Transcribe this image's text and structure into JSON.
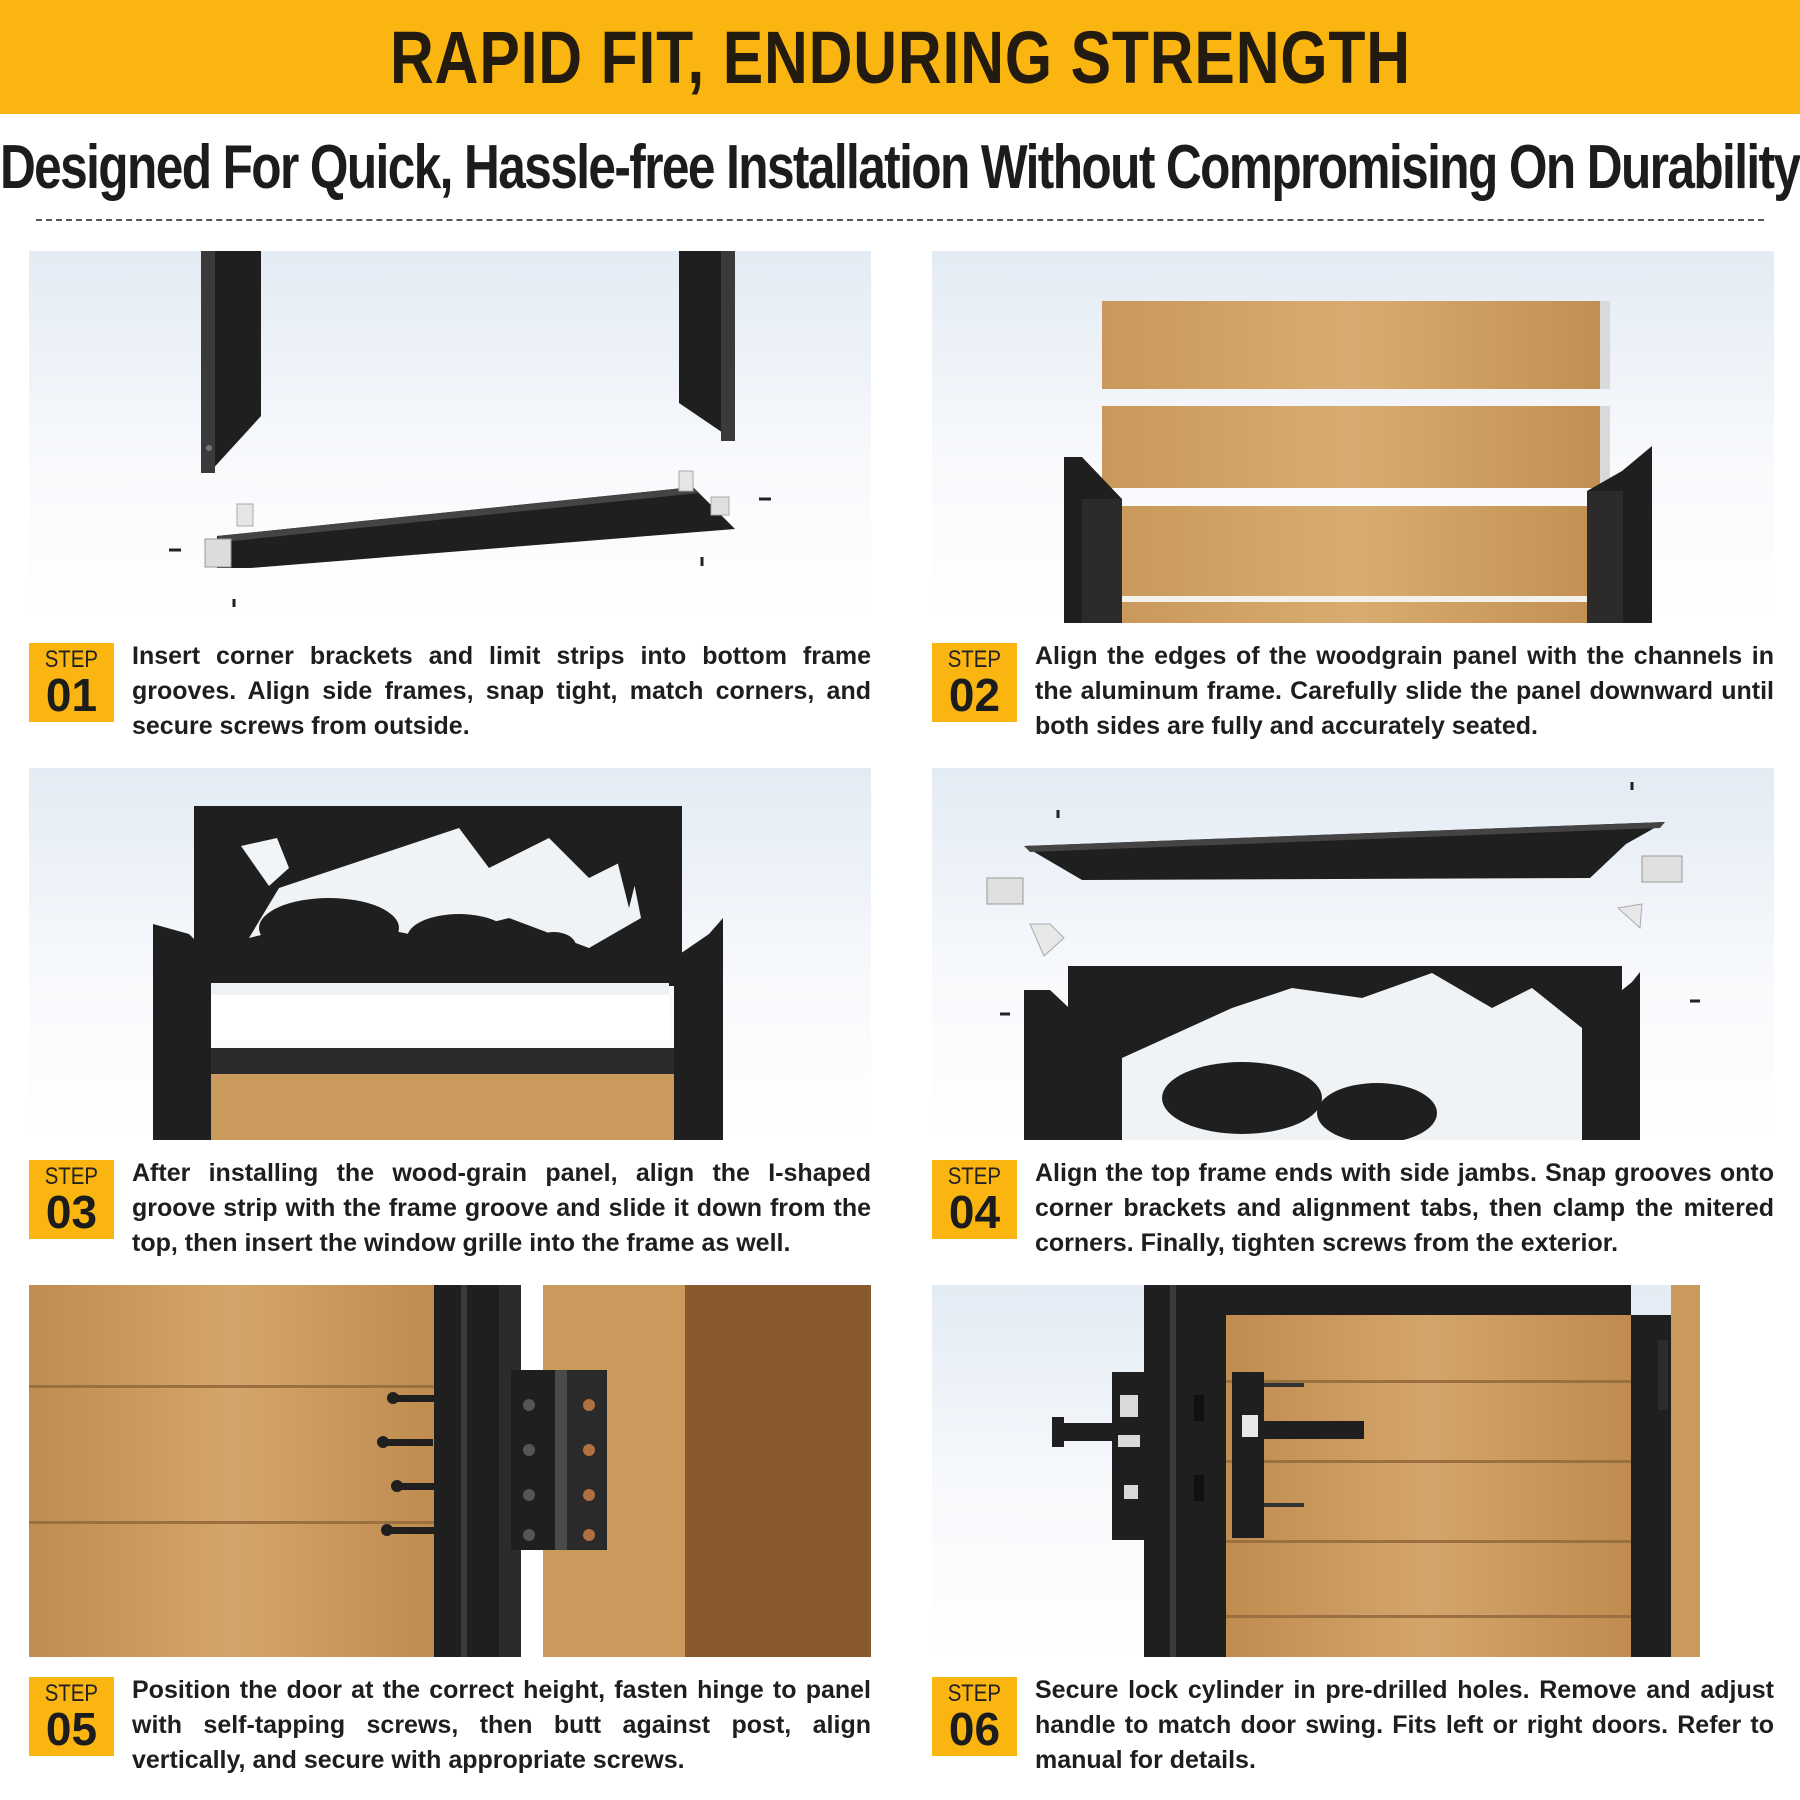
{
  "header": {
    "title": "RAPID FIT, ENDURING STRENGTH",
    "subtitle": "Designed For Quick, Hassle-free Installation Without Compromising On Durability"
  },
  "colors": {
    "accent": "#fbb510",
    "frame": "#1f1f1f",
    "wood": "#c99a5c"
  },
  "steps": [
    {
      "label": "STEP",
      "number": "01",
      "text": "Insert corner brackets and limit strips into bottom frame grooves. Align side frames, snap tight, match corners, and secure screws from outside."
    },
    {
      "label": "STEP",
      "number": "02",
      "text": "Align the edges of the woodgrain panel with the channels in the aluminum frame. Carefully slide the panel downward until both sides are fully and accurately seated."
    },
    {
      "label": "STEP",
      "number": "03",
      "text": "After installing the wood-grain panel, align the I-shaped groove strip with the frame groove and slide it down from the top, then insert the window grille into the frame as well."
    },
    {
      "label": "STEP",
      "number": "04",
      "text": "Align the top frame ends with side jambs. Snap grooves onto corner brackets and alignment tabs, then clamp the mitered corners. Finally, tighten screws from the exterior."
    },
    {
      "label": "STEP",
      "number": "05",
      "text": "Position the door at the correct height, fasten hinge to panel with self-tapping screws, then butt against post, align vertically, and secure with appropriate screws."
    },
    {
      "label": "STEP",
      "number": "06",
      "text": "Secure lock cylinder in pre-drilled holes. Remove and adjust handle to match door swing. Fits left or right doors. Refer to manual for details."
    }
  ]
}
